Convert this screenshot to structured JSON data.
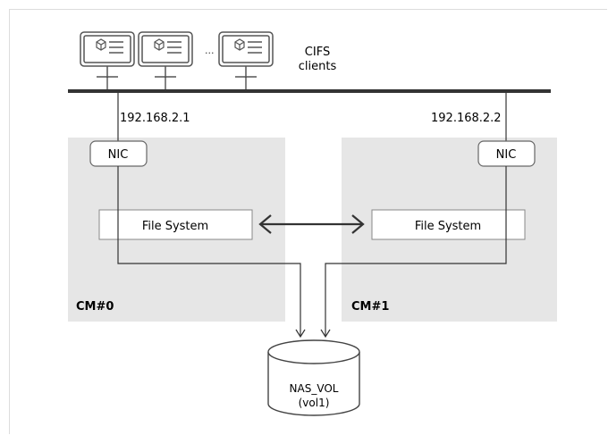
{
  "clients": {
    "label_line1": "CIFS",
    "label_line2": "clients",
    "ellipsis": "..."
  },
  "cm0": {
    "label": "CM#0",
    "ip": "192.168.2.1",
    "nic_label": "NIC",
    "fs_label": "File System"
  },
  "cm1": {
    "label": "CM#1",
    "ip": "192.168.2.2",
    "nic_label": "NIC",
    "fs_label": "File System"
  },
  "volume": {
    "name": "NAS_VOL",
    "id": "(vol1)"
  },
  "colors": {
    "cm_box": "#e6e6e6",
    "line": "#333333",
    "client_stroke": "#555555"
  }
}
